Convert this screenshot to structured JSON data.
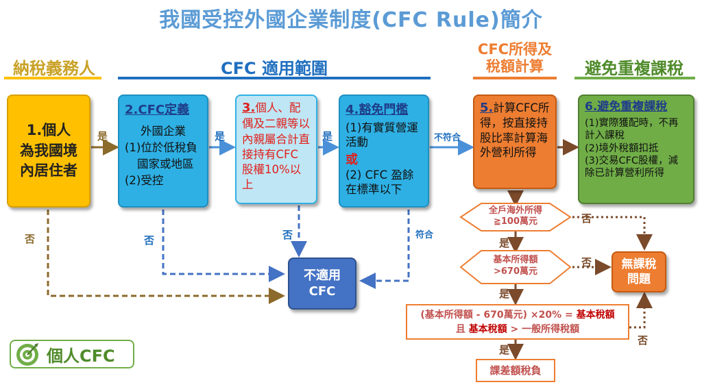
{
  "title": "我國受控外國企業制度(CFC  Rule)簡介",
  "headers": {
    "taxpayer": "納稅義務人",
    "scope": "CFC 適用範圍",
    "income_line1": "CFC所得及",
    "income_line2": "稅額計算",
    "avoid": "避免重複課稅"
  },
  "box1": {
    "lines": [
      "1.個人",
      "為我國境",
      "內居住者"
    ]
  },
  "box2": {
    "title": "2.CFC定義",
    "lines": [
      "外國企業",
      "(1)位於低稅負",
      "國家或地區",
      "(2)受控"
    ]
  },
  "box3": {
    "num": "3.",
    "text": "個人、配偶及二親等以內親屬合計直接持有CFC 股權10%以上"
  },
  "box4": {
    "title": "4.豁免門檻",
    "item1": "(1)有實質營運活動",
    "or": "或",
    "item2": "(2) CFC 盈餘在標準以下"
  },
  "box5": {
    "num": "5.",
    "text": "計算CFC所得，按直接持股比率計算海外營利所得"
  },
  "box6": {
    "title": "6.避免重複課稅",
    "items": [
      "(1)實際獲配時，不再計入課稅",
      "(2)境外稅額扣抵",
      "(3)交易CFC股權，減除已計算營利所得"
    ]
  },
  "not_applicable": {
    "line1": "不適用",
    "line2": "CFC"
  },
  "no_tax": {
    "line1": "無課稅",
    "line2": "問題"
  },
  "labels": {
    "yes": "是",
    "no": "否",
    "not_meet": "不符合",
    "meet": "符合"
  },
  "diamond1": {
    "line1": "全戶海外所得",
    "line2": "≧100萬元"
  },
  "diamond2": {
    "line1": "基本所得額",
    "line2": ">670萬元"
  },
  "formula": {
    "part1": "(基本所得額 - 670萬元) ×20% = ",
    "part1_bold": "基本稅額",
    "part2_prefix": "且 ",
    "part2_bold": "基本稅額",
    "part2_suffix": " > 一般所得稅額"
  },
  "result": "課差額稅負",
  "logo": {
    "text": "個人CFC"
  },
  "colors": {
    "blue": "#2eb0e4",
    "orange": "#ed7d31",
    "green": "#70ad47",
    "yellow": "#ffc000",
    "brown": "#8b6a2b",
    "navy": "#4472c4"
  }
}
